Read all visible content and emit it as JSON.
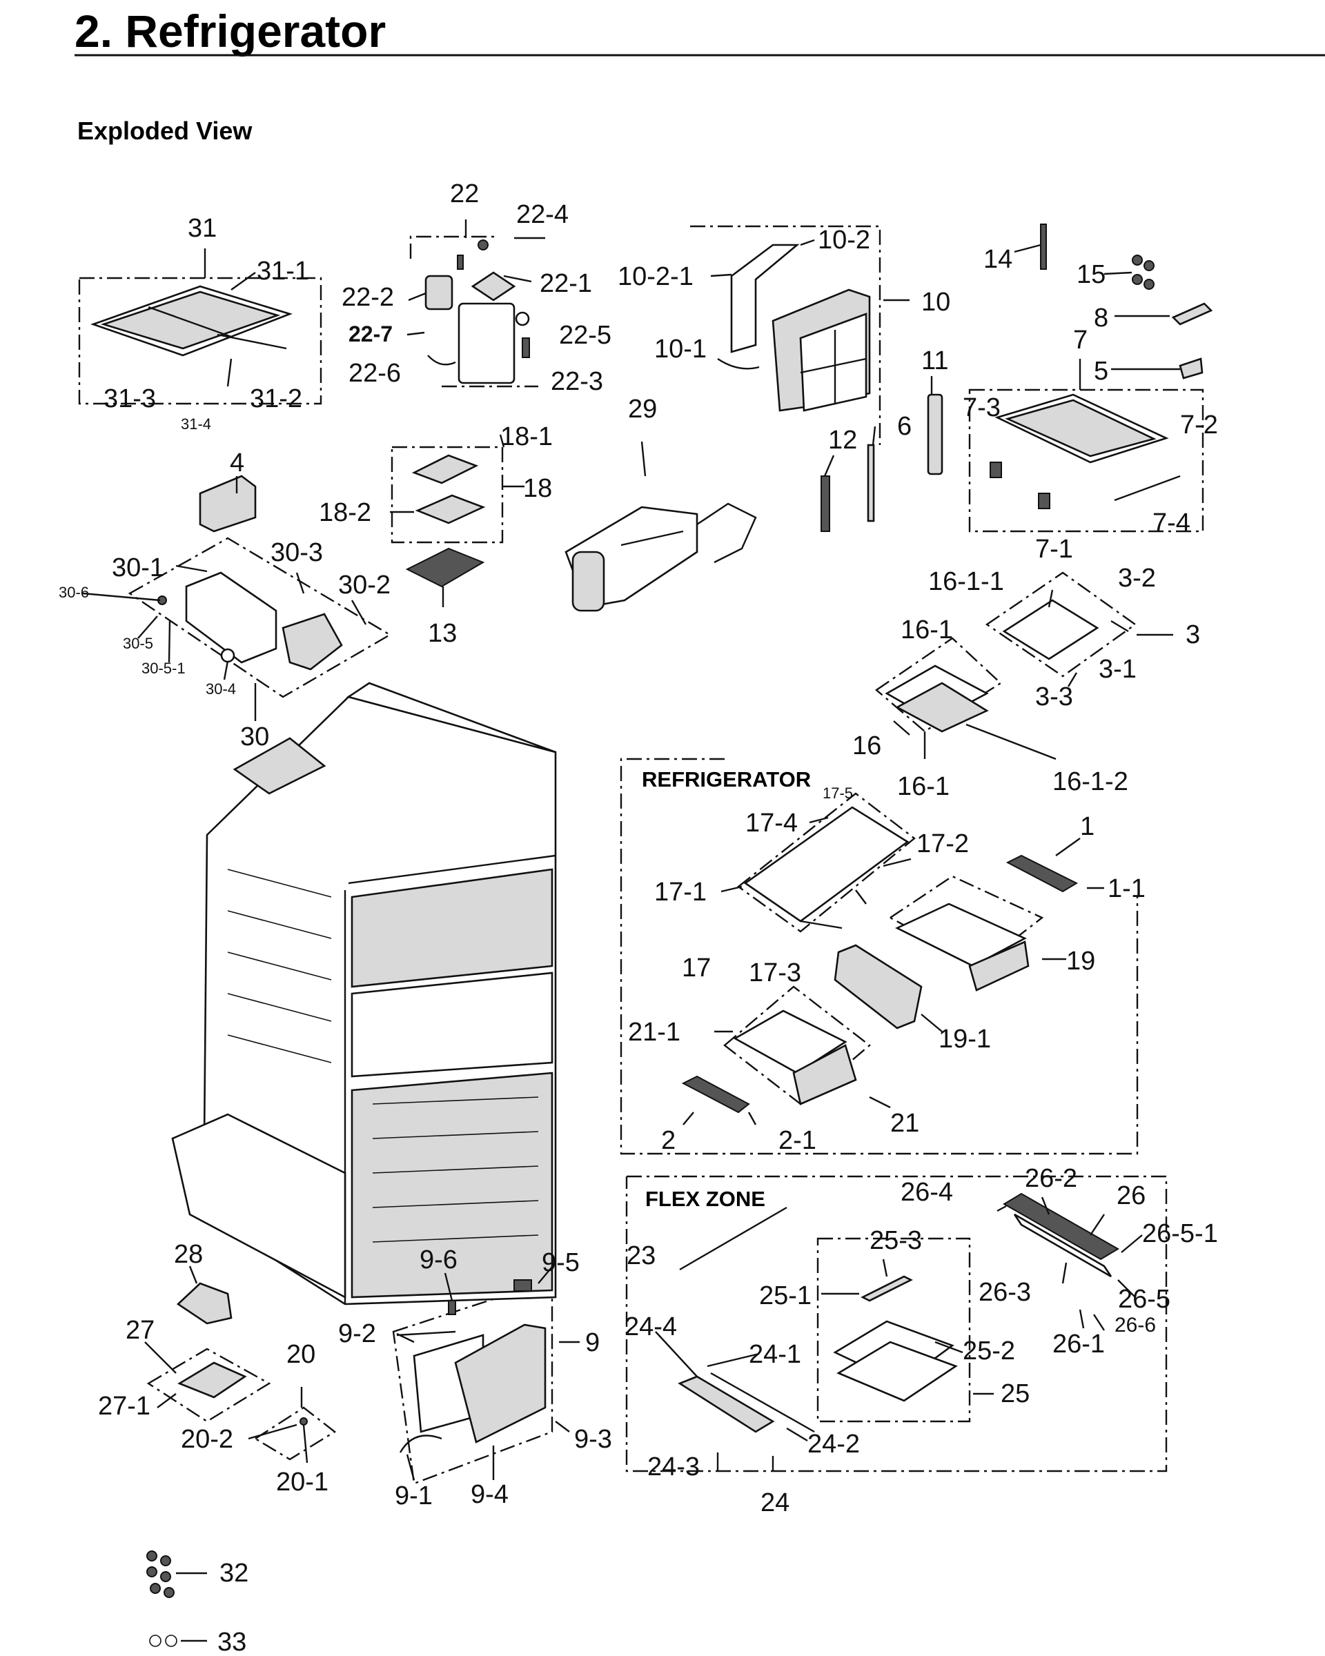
{
  "header": {
    "title": "2.  Refrigerator",
    "subtitle": "Exploded View"
  },
  "sections": {
    "refrigerator": "REFRIGERATOR",
    "flex_zone": "FLEX ZONE"
  },
  "callouts": [
    "31",
    "31-1",
    "31-2",
    "31-3",
    "31-4",
    "22",
    "22-1",
    "22-2",
    "22-3",
    "22-4",
    "22-5",
    "22-6",
    "22-7",
    "10",
    "10-1",
    "10-2",
    "10-2-1",
    "14",
    "15",
    "8",
    "5",
    "7",
    "7-1",
    "7-2",
    "7-3",
    "7-4",
    "11",
    "12",
    "6",
    "29",
    "4",
    "18",
    "18-1",
    "18-2",
    "13",
    "30",
    "30-1",
    "30-2",
    "30-3",
    "30-4",
    "30-5",
    "30-5-1",
    "30-6",
    "3",
    "3-1",
    "3-2",
    "3-3",
    "16",
    "16-1",
    "16-1-1",
    "16-1-2",
    "17",
    "17-1",
    "17-2",
    "17-3",
    "17-4",
    "17-5",
    "1",
    "1-1",
    "19",
    "19-1",
    "21",
    "21-1",
    "2",
    "2-1",
    "28",
    "27",
    "27-1",
    "20",
    "20-1",
    "20-2",
    "9",
    "9-1",
    "9-2",
    "9-3",
    "9-4",
    "9-5",
    "9-6",
    "23",
    "24",
    "24-1",
    "24-2",
    "24-3",
    "24-4",
    "25",
    "25-1",
    "25-2",
    "25-3",
    "26",
    "26-1",
    "26-2",
    "26-3",
    "26-4",
    "26-5",
    "26-5-1",
    "26-6",
    "32",
    "33"
  ]
}
